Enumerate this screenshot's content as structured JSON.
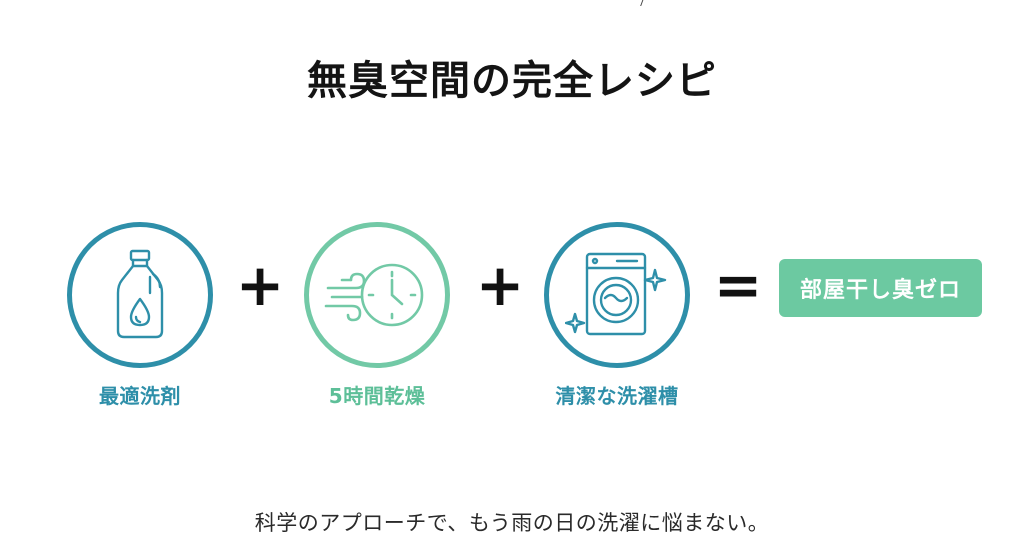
{
  "title": "無臭空間の完全レシピ",
  "steps": [
    {
      "label": "最適洗剤",
      "icon": "detergent-bottle-icon"
    },
    {
      "label": "5時間乾燥",
      "icon": "wind-clock-icon"
    },
    {
      "label": "清潔な洗濯槽",
      "icon": "washing-machine-icon"
    }
  ],
  "operators": {
    "plus": "+",
    "equals": "="
  },
  "result": {
    "label": "部屋干し臭ゼロ"
  },
  "subtitle": "科学のアプローチで、もう雨の日の洗濯に悩まない。",
  "colors": {
    "teal": "#2e8fa9",
    "mint": "#72c9a6",
    "result_bg": "#6cc9a1"
  }
}
